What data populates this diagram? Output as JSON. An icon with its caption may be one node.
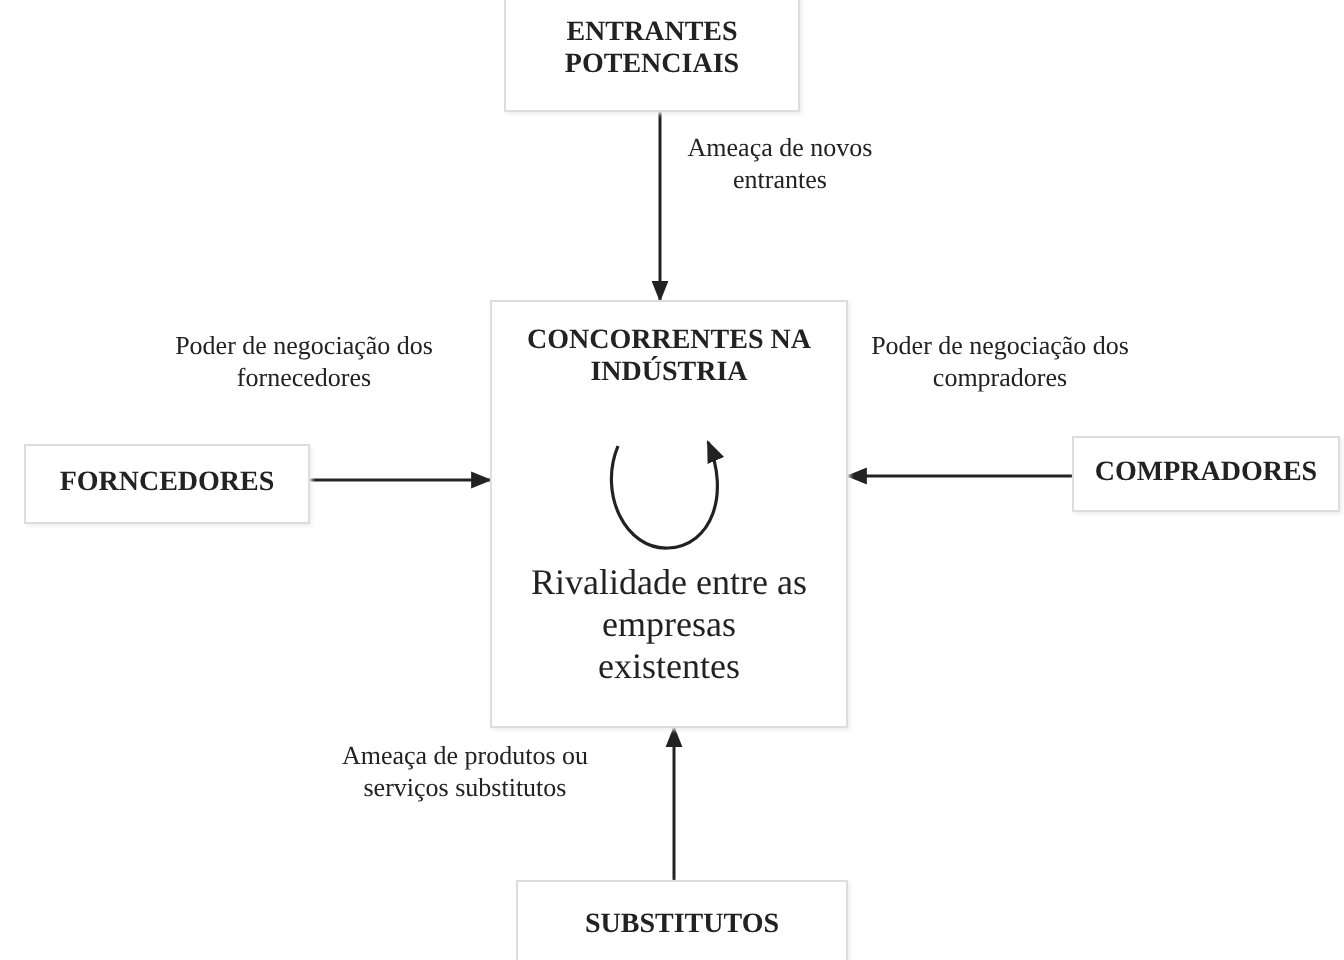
{
  "diagram": {
    "nodes": [
      {
        "text": [
          "ENTRANTES POTENCIAIS"
        ]
      },
      {
        "text": [
          "FORNCEDORES"
        ]
      },
      {
        "text": [
          "CONCORRENTES NA INDÚSTRIA",
          "Rivalidade entre as empresas existentes"
        ]
      },
      {
        "text": [
          "COMPRADORES"
        ]
      },
      {
        "text": [
          "SUBSTITUTOS"
        ]
      }
    ],
    "edges": [
      {
        "from": 0,
        "to": 2,
        "arrow": "to",
        "label": "Ameaça de novos entrantes"
      },
      {
        "from": 1,
        "to": 2,
        "arrow": "to",
        "label": "Poder de negociação dos fornecedores"
      },
      {
        "from": 3,
        "to": 2,
        "arrow": "to",
        "label": "Poder de negociação dos compradores"
      },
      {
        "from": 4,
        "to": 2,
        "arrow": "to",
        "label": "Ameaça de produtos ou serviços substitutos"
      }
    ]
  }
}
